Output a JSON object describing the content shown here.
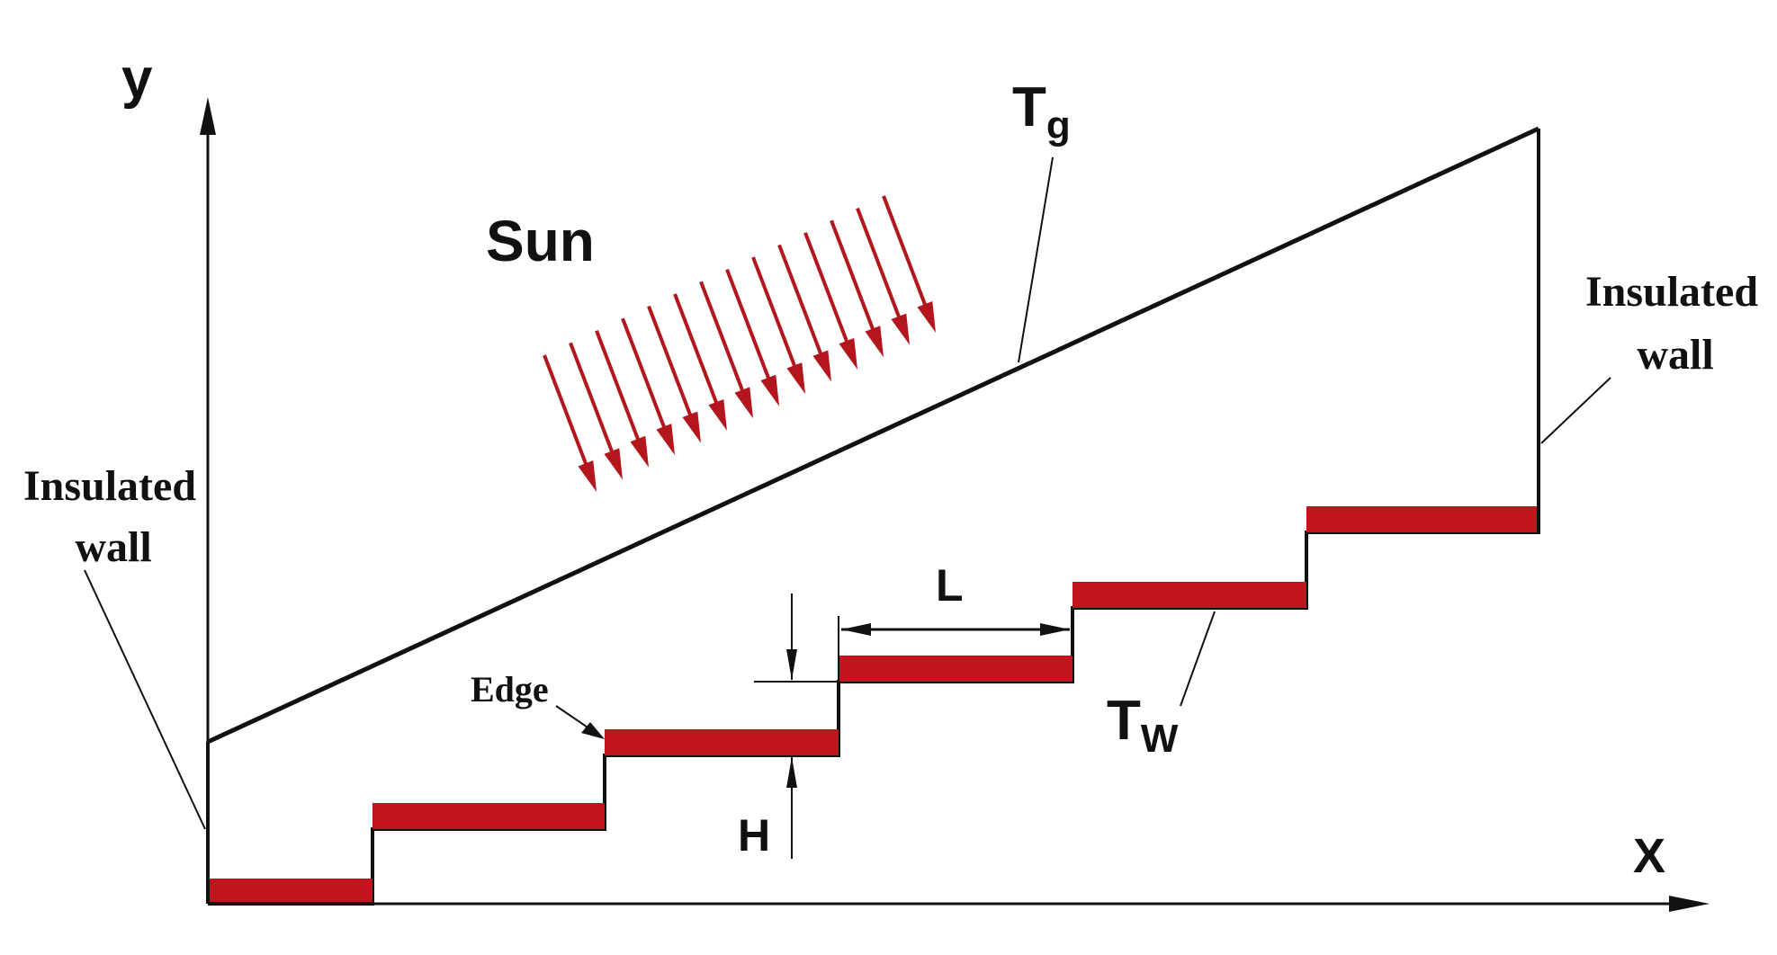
{
  "labels": {
    "y_axis": "y",
    "x_axis": "X",
    "sun": "Sun",
    "glass_temp": "T",
    "glass_temp_sub": "g",
    "wall_temp": "T",
    "wall_temp_sub": "W",
    "left_wall_line1": "Insulated",
    "left_wall_line2": "wall",
    "right_wall_line1": "Insulated",
    "right_wall_line2": "wall",
    "edge": "Edge",
    "step_length": "L",
    "step_height": "H"
  },
  "colors": {
    "absorber": "#c0151c",
    "lines": "#111111",
    "sun_rays": "#b3161c"
  },
  "steps": 6,
  "sun_rays": 14
}
